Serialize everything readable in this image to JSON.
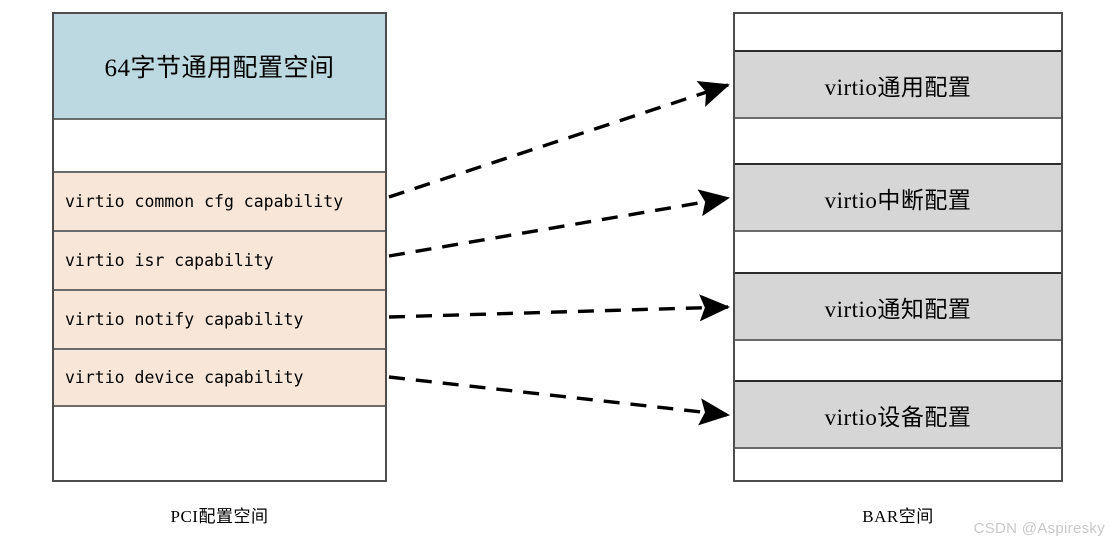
{
  "diagram": {
    "title_left": "PCI配置空间",
    "title_right": "BAR空间",
    "watermark": "CSDN @Aspiresky",
    "colors": {
      "header_blue": "#bcd8e0",
      "capability_peach": "#f8e7d8",
      "bar_grey": "#d6d6d6",
      "frame_border": "#4d4d4d",
      "arrow": "#000000",
      "watermark_text": "#c9c9c9"
    }
  },
  "pci_space": {
    "header_label": "64字节通用配置空间",
    "capabilities": [
      {
        "label": "virtio common cfg capability"
      },
      {
        "label": "virtio isr capability"
      },
      {
        "label": "virtio notify capability"
      },
      {
        "label": "virtio device capability"
      }
    ]
  },
  "bar_space": {
    "regions": [
      {
        "label": "virtio通用配置"
      },
      {
        "label": "virtio中断配置"
      },
      {
        "label": "virtio通知配置"
      },
      {
        "label": "virtio设备配置"
      }
    ]
  },
  "mappings": [
    {
      "from": "virtio common cfg capability",
      "to": "virtio通用配置"
    },
    {
      "from": "virtio isr capability",
      "to": "virtio中断配置"
    },
    {
      "from": "virtio notify capability",
      "to": "virtio通知配置"
    },
    {
      "from": "virtio device capability",
      "to": "virtio设备配置"
    }
  ]
}
